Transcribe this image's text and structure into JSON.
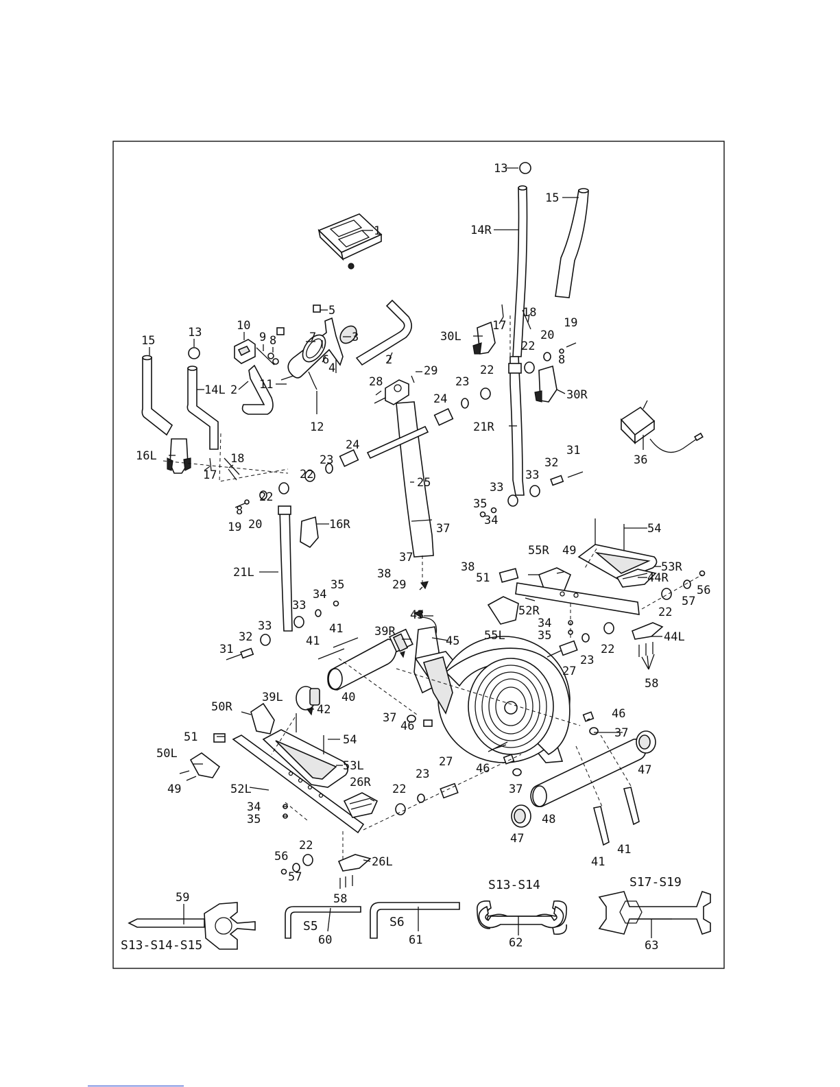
{
  "labels": {
    "p1": "1",
    "p2a": "2",
    "p2b": "2",
    "p3": "3",
    "p4": "4",
    "p5": "5",
    "p6": "6",
    "p7": "7",
    "p8a": "8",
    "p8b": "8",
    "p8c": "8",
    "p9": "9",
    "p10": "10",
    "p11": "11",
    "p12": "12",
    "p13a": "13",
    "p13b": "13",
    "p14L": "14L",
    "p14R": "14R",
    "p15a": "15",
    "p15b": "15",
    "p16L": "16L",
    "p16R": "16R",
    "p17a": "17",
    "p17b": "17",
    "p18a": "18",
    "p18b": "18",
    "p19a": "19",
    "p19b": "19",
    "p20a": "20",
    "p20b": "20",
    "p21L": "21L",
    "p21R": "21R",
    "p22a": "22",
    "p22b": "22",
    "p22c": "22",
    "p22d": "22",
    "p22e": "22",
    "p22f": "22",
    "p22g": "22",
    "p22h": "22",
    "p23a": "23",
    "p23b": "23",
    "p23c": "23",
    "p23d": "23",
    "p24a": "24",
    "p24b": "24",
    "p25": "25",
    "p26L": "26L",
    "p26R": "26R",
    "p27a": "27",
    "p27b": "27",
    "p28": "28",
    "p29a": "29",
    "p29b": "29",
    "p30L": "30L",
    "p30R": "30R",
    "p31a": "31",
    "p31b": "31",
    "p32a": "32",
    "p32b": "32",
    "p33a": "33",
    "p33b": "33",
    "p33c": "33",
    "p33d": "33",
    "p34a": "34",
    "p34b": "34",
    "p34c": "34",
    "p34d": "34",
    "p35a": "35",
    "p35b": "35",
    "p35c": "35",
    "p35d": "35",
    "p36": "36",
    "p37a": "37",
    "p37b": "37",
    "p37c": "37",
    "p37d": "37",
    "p37e": "37",
    "p38a": "38",
    "p38b": "38",
    "p39L": "39L",
    "p39R": "39R",
    "p40": "40",
    "p41a": "41",
    "p41b": "41",
    "p41c": "41",
    "p41d": "41",
    "p42": "42",
    "p43": "43",
    "p44L": "44L",
    "p44R": "44R",
    "p45": "45",
    "p46a": "46",
    "p46b": "46",
    "p46c": "46",
    "p47a": "47",
    "p47b": "47",
    "p48": "48",
    "p49a": "49",
    "p49b": "49",
    "p50L": "50L",
    "p50R": "50R",
    "p51a": "51",
    "p51b": "51",
    "p52L": "52L",
    "p52R": "52R",
    "p53L": "53L",
    "p53R": "53R",
    "p54a": "54",
    "p54b": "54",
    "p55L": "55L",
    "p55R": "55R",
    "p56a": "56",
    "p56b": "56",
    "p57a": "57",
    "p57b": "57",
    "p58a": "58",
    "p58b": "58",
    "p59": "59",
    "p60": "60",
    "p61": "61",
    "p62": "62",
    "p63": "63"
  },
  "tools": {
    "screwdriver_spec": "S13-S14-S15",
    "allen_s5": "S5",
    "allen_s6": "S6",
    "wrench_small_spec": "S13-S14",
    "wrench_large_spec": "S17-S19"
  }
}
